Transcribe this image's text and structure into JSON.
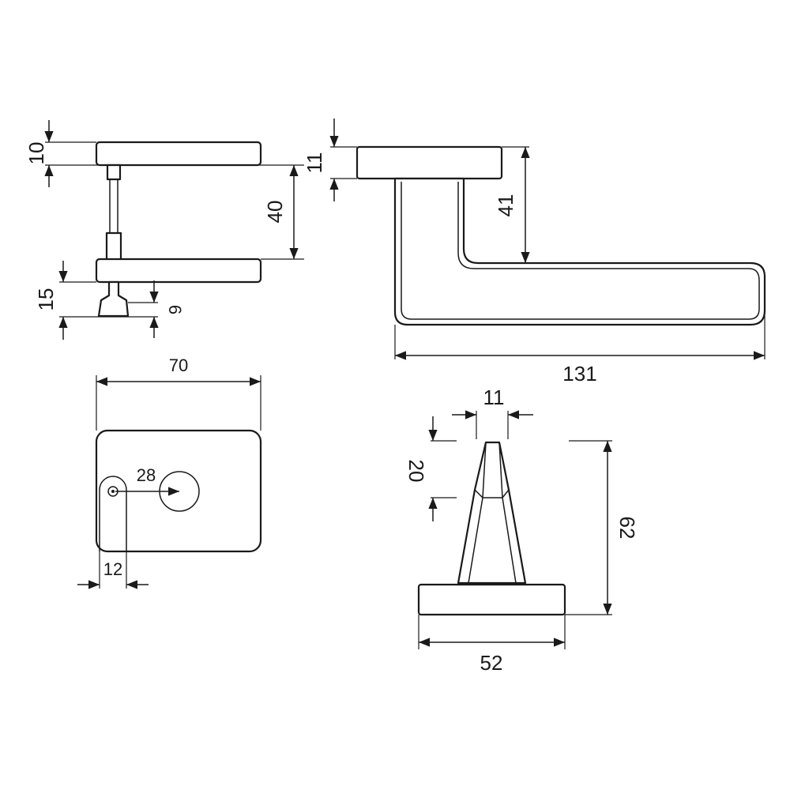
{
  "dimensions": {
    "top_rose_thickness": "10",
    "door_thickness": "40",
    "bottom_rose_depth": "15",
    "spindle_offset": "6",
    "lever_rose_thickness": "11",
    "lever_height": "41",
    "lever_length": "131",
    "plate_width": "70",
    "center_distance": "28",
    "key_width": "12",
    "lever_tip_width": "11",
    "lever_tip_height": "20",
    "total_height": "62",
    "rose_width": "52"
  },
  "colors": {
    "line": "#1a1a1a",
    "background": "#ffffff"
  }
}
